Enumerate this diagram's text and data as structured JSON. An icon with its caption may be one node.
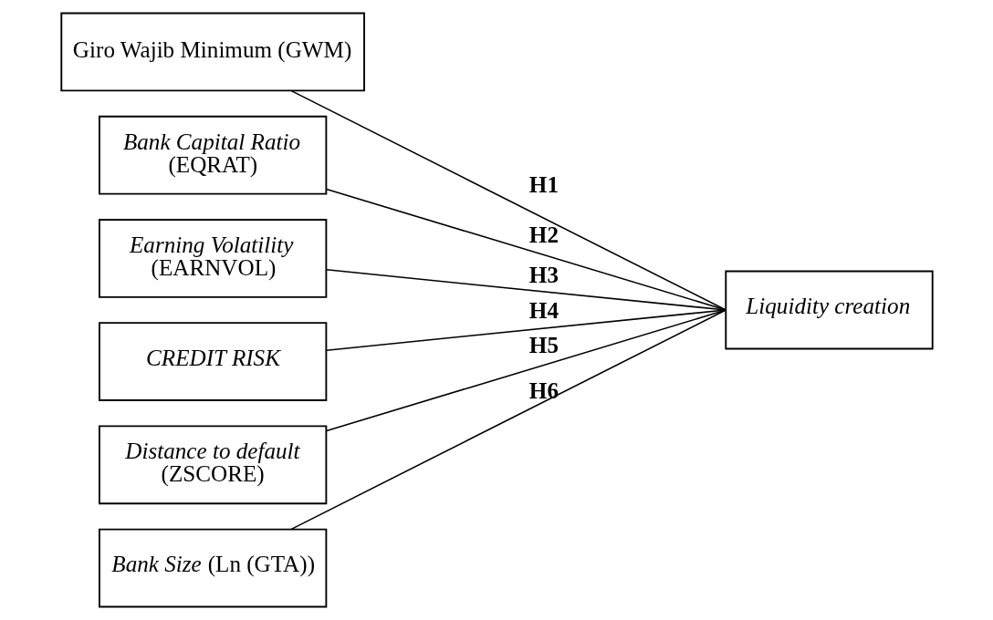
{
  "diagram": {
    "nodes": [
      {
        "text": [
          "Giro Wajib Minimum (GWM)"
        ]
      },
      {
        "text": [
          "Bank Capital Ratio",
          "(EQRAT)"
        ]
      },
      {
        "text": [
          "Earning Volatility",
          "(EARNVOL)"
        ]
      },
      {
        "text": [
          "CREDIT RISK"
        ]
      },
      {
        "text": [
          "Distance to default",
          "(ZSCORE)"
        ]
      },
      {
        "text": [
          "*Bank Size* (Ln (GTA))"
        ]
      },
      {
        "text": [
          "Liquidity creation"
        ]
      }
    ],
    "edges": [
      {
        "from": 0,
        "to": 6,
        "arrow": "none",
        "label": "H1"
      },
      {
        "from": 1,
        "to": 6,
        "arrow": "none",
        "label": "H2"
      },
      {
        "from": 2,
        "to": 6,
        "arrow": "none",
        "label": "H3"
      },
      {
        "from": 3,
        "to": 6,
        "arrow": "none",
        "label": "H4"
      },
      {
        "from": 4,
        "to": 6,
        "arrow": "none",
        "label": "H5"
      },
      {
        "from": 5,
        "to": 6,
        "arrow": "none",
        "label": "H6"
      }
    ]
  }
}
